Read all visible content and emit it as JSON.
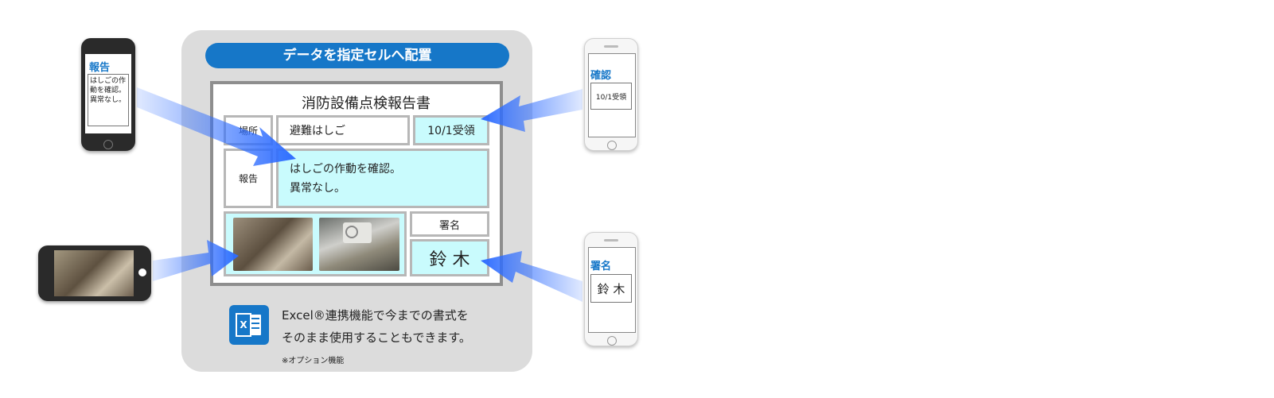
{
  "banner": "データを指定セルへ配置",
  "sheet": {
    "title": "消防設備点検報告書",
    "location_label": "場所",
    "location_value": "避難はしご",
    "received": "10/1受領",
    "report_label": "報告",
    "report_line1": "はしごの作動を確認。",
    "report_line2": "異常なし。",
    "signature_label": "署名",
    "signature_value": "鈴 木"
  },
  "excel": {
    "icon_letter": "X",
    "line1": "Excel®連携機能で今までの書式を",
    "line2": "そのまま使用することもできます。",
    "note": "※オプション機能"
  },
  "phones": {
    "report": {
      "label": "報告",
      "line1": "はしごの作",
      "line2": "動を確認。",
      "line3": "異常なし。"
    },
    "confirm": {
      "label": "確認",
      "value": "10/1受領"
    },
    "signature": {
      "label": "署名",
      "value": "鈴 木"
    }
  },
  "colors": {
    "accent": "#1677c8",
    "cell_fill": "#c9fbfd",
    "panel": "#dcdcdc",
    "arrow": "#2f6dff"
  }
}
